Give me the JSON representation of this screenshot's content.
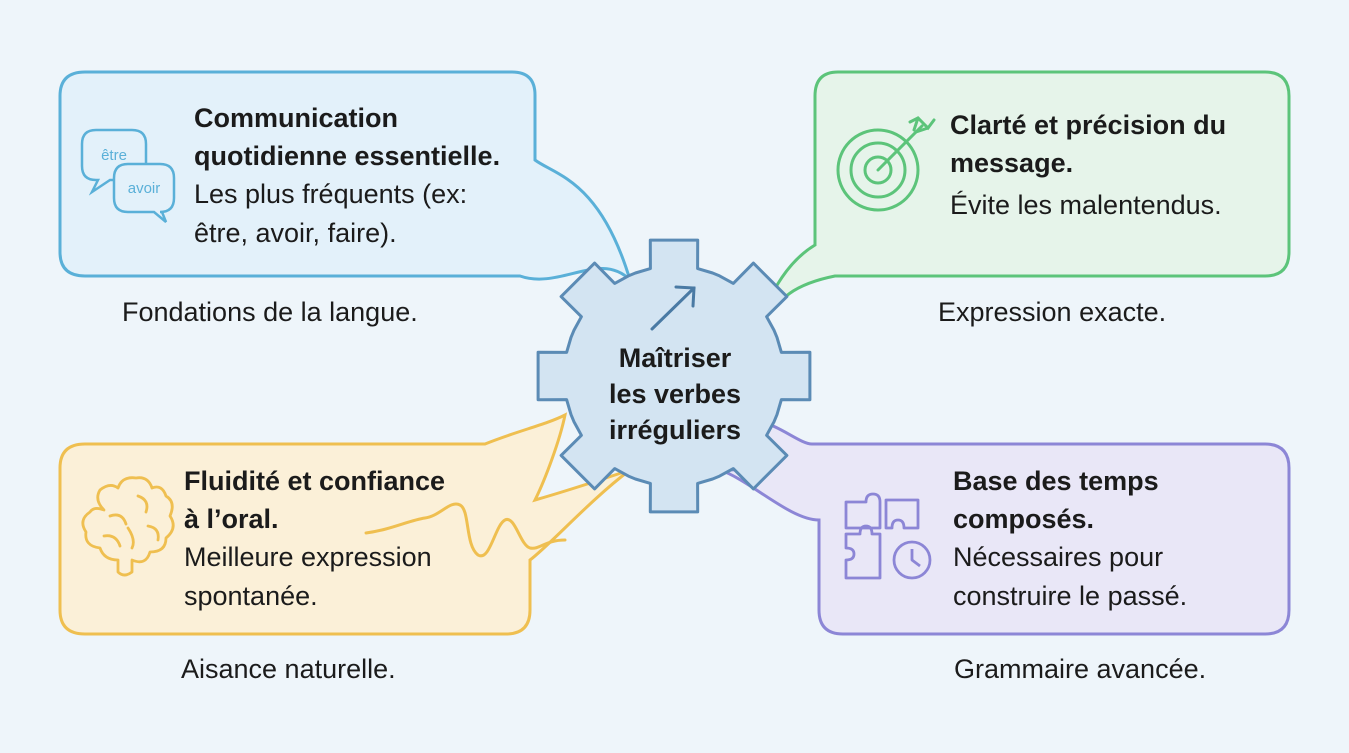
{
  "center": {
    "line1": "Maîtriser",
    "line2": "les verbes",
    "line3": "irréguliers",
    "icon": "arrow-up-right-icon"
  },
  "cards": {
    "communication": {
      "title_line1": "Communication",
      "title_line2": "quotidienne essentielle.",
      "desc_line1": "Les plus fréquents (ex:",
      "desc_line2": "être, avoir, faire).",
      "caption": "Fondations de la langue.",
      "icon": "speech-bubbles-icon",
      "icon_word1": "être",
      "icon_word2": "avoir",
      "color": "#5ab0d8",
      "fill": "#e3f1fa"
    },
    "clarte": {
      "title_line1": "Clarté et précision du",
      "title_line2": "message.",
      "desc_line1": "Évite les malentendus.",
      "caption": "Expression exacte.",
      "icon": "target-icon",
      "color": "#5cc47a",
      "fill": "#e6f4ea"
    },
    "fluidite": {
      "title_line1": "Fluidité et confiance",
      "title_line2": "à l’oral.",
      "desc_line1": "Meilleure expression",
      "desc_line2": "spontanée.",
      "caption": "Aisance naturelle.",
      "icon": "brain-icon",
      "color": "#efbf50",
      "fill": "#fbf0d8"
    },
    "base": {
      "title_line1": "Base des temps",
      "title_line2": "composés.",
      "desc_line1": "Nécessaires pour",
      "desc_line2": "construire le passé.",
      "caption": "Grammaire avancée.",
      "icon": "puzzle-clock-icon",
      "color": "#8c86d6",
      "fill": "#e9e7f7"
    }
  },
  "gear": {
    "icon": "gear-icon",
    "color": "#5b8bb5",
    "fill": "#d3e4f2"
  }
}
